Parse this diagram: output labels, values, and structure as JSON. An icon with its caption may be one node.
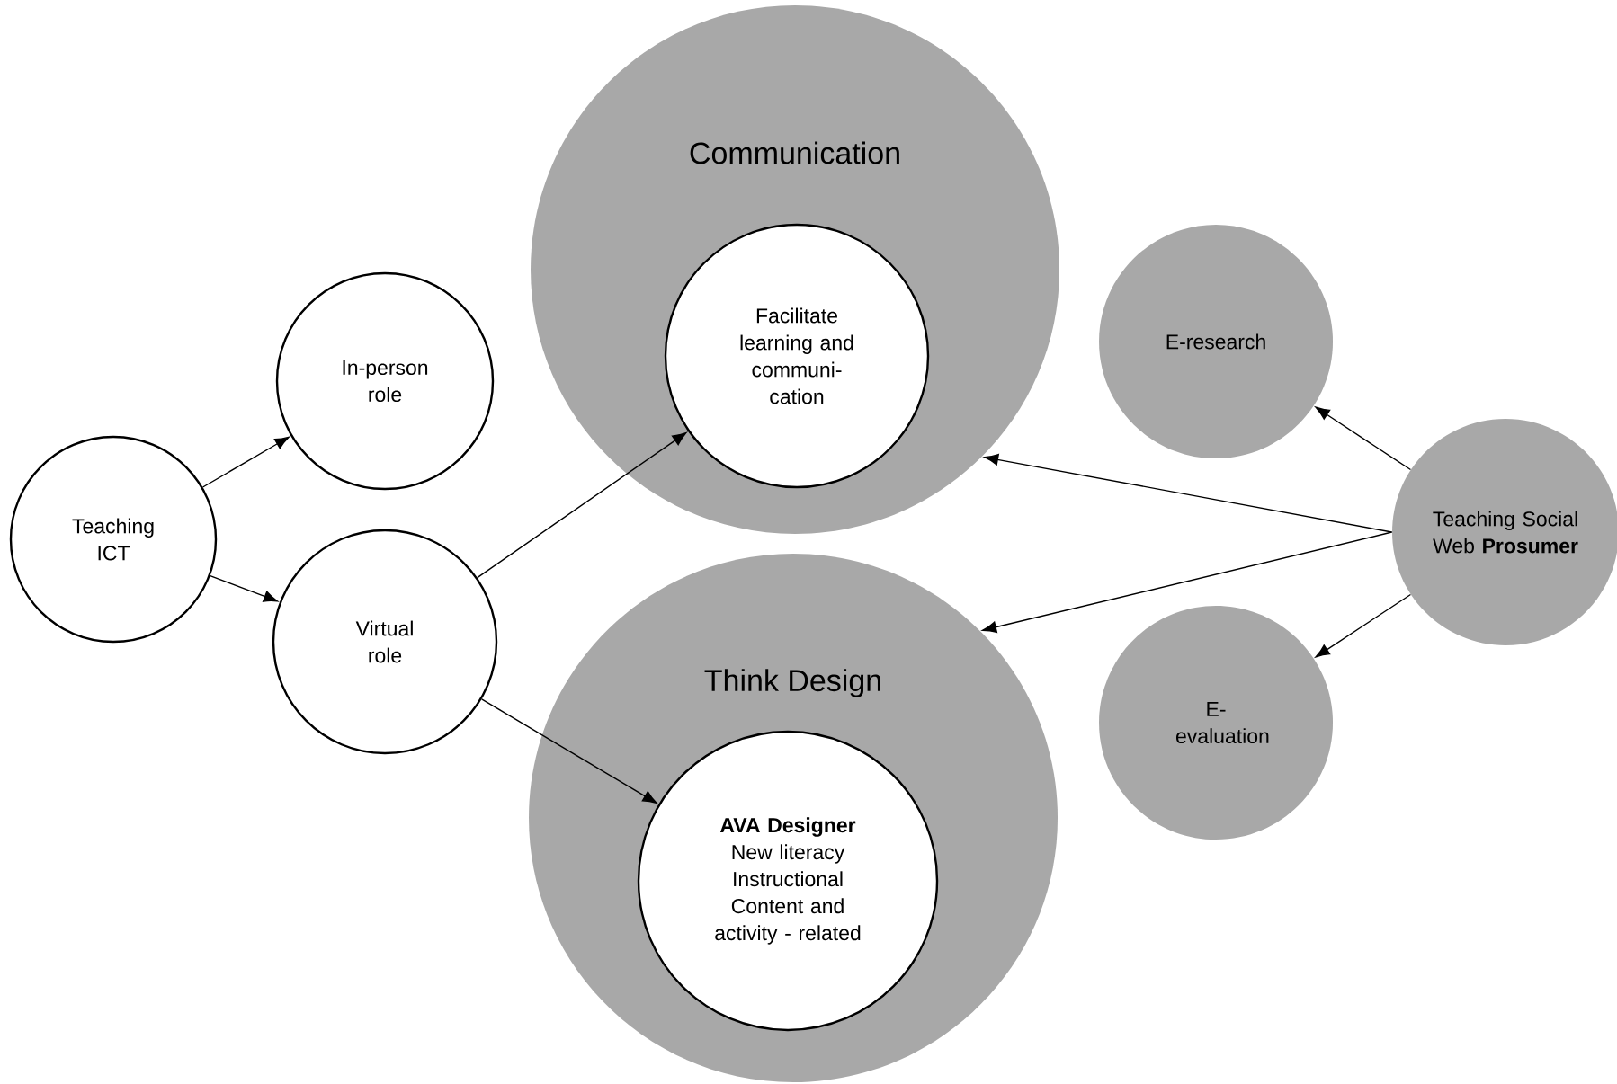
{
  "diagram": {
    "nodes": [
      {
        "text": [
          "Teaching ICT"
        ]
      },
      {
        "text": [
          "In-person role"
        ]
      },
      {
        "text": [
          "Virtual role"
        ]
      },
      {
        "text": [
          "Communication"
        ]
      },
      {
        "text": [
          "Facilitate learning and communi- cation"
        ],
        "in": 3
      },
      {
        "text": [
          "Think Design"
        ]
      },
      {
        "text": [
          "AVA Designer",
          "New literacy Instructional Content and activity - related"
        ],
        "in": 5
      },
      {
        "text": [
          "E-research"
        ]
      },
      {
        "text": [
          "Teaching Social Web **Prosumer**"
        ]
      },
      {
        "text": [
          "E- evaluation"
        ]
      }
    ],
    "edges": [
      {
        "from": 0,
        "to": 1,
        "arrow": "to"
      },
      {
        "from": 0,
        "to": 2,
        "arrow": "to"
      },
      {
        "from": 2,
        "to": 4,
        "arrow": "to"
      },
      {
        "from": 2,
        "to": 6,
        "arrow": "to"
      },
      {
        "from": 8,
        "to": 3,
        "arrow": "to"
      },
      {
        "from": 8,
        "to": 5,
        "arrow": "to"
      },
      {
        "from": 8,
        "to": 7,
        "arrow": "to"
      },
      {
        "from": 8,
        "to": 9,
        "arrow": "to"
      }
    ]
  }
}
